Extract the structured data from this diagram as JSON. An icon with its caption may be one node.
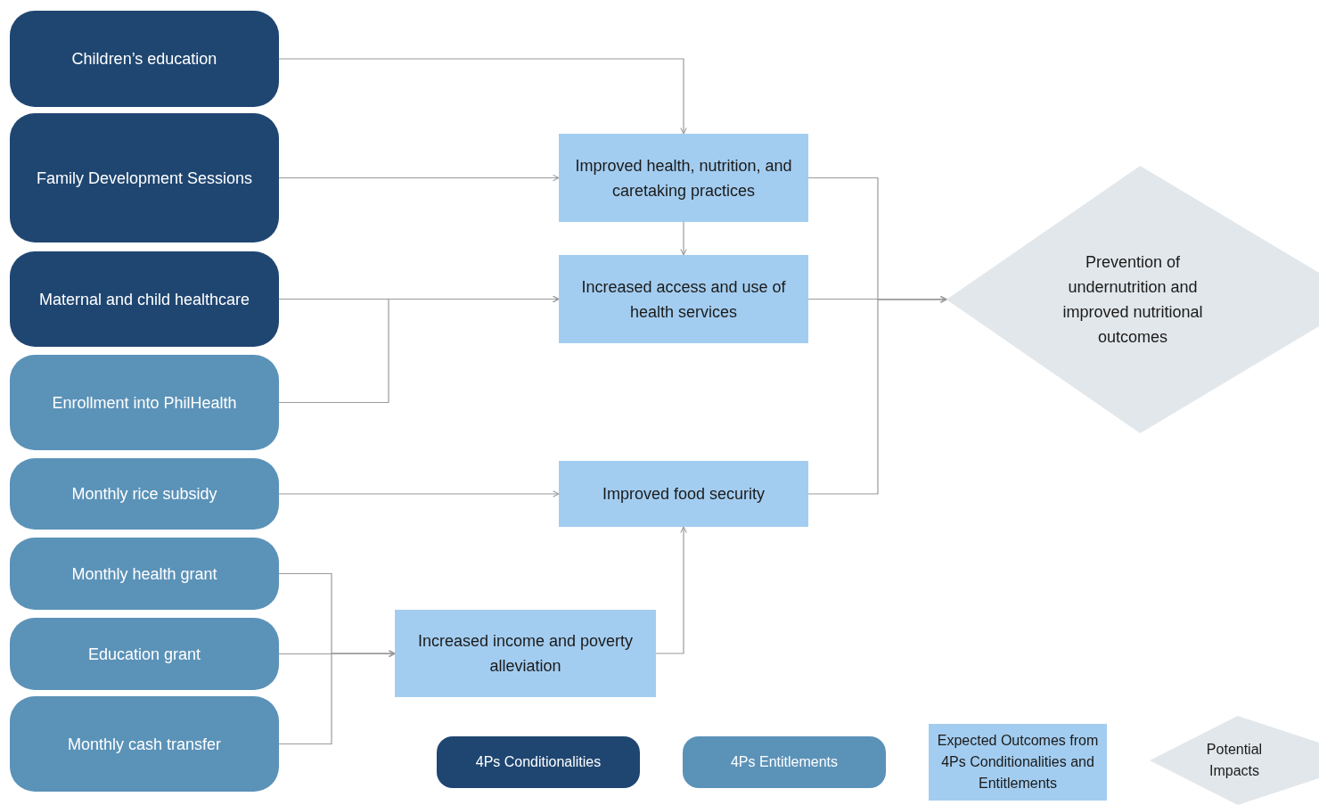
{
  "diagram": {
    "nodes": [
      {
        "text": [
          "Children’s education"
        ]
      },
      {
        "text": [
          "Family Development Sessions"
        ]
      },
      {
        "text": [
          "Maternal and child healthcare"
        ]
      },
      {
        "text": [
          "Enrollment into PhilHealth"
        ]
      },
      {
        "text": [
          "Monthly rice subsidy"
        ]
      },
      {
        "text": [
          "Monthly health grant"
        ]
      },
      {
        "text": [
          "Education grant"
        ]
      },
      {
        "text": [
          "Monthly cash transfer"
        ]
      },
      {
        "text": [
          "Improved health, nutrition, and caretaking practices"
        ]
      },
      {
        "text": [
          "Increased access and use of health services"
        ]
      },
      {
        "text": [
          "Improved food security"
        ]
      },
      {
        "text": [
          "Increased income and poverty alleviation"
        ]
      },
      {
        "text": [
          "Prevention of undernutrition and improved nutritional outcomes"
        ]
      }
    ],
    "edges": [
      {
        "from": 0,
        "to": 8,
        "arrow": "to"
      },
      {
        "from": 1,
        "to": 8,
        "arrow": "to"
      },
      {
        "from": 2,
        "to": 9,
        "arrow": "to"
      },
      {
        "from": 3,
        "to": 9,
        "arrow": "to"
      },
      {
        "from": 8,
        "to": 9,
        "arrow": "to"
      },
      {
        "from": 4,
        "to": 10,
        "arrow": "to"
      },
      {
        "from": 5,
        "to": 11,
        "arrow": "to"
      },
      {
        "from": 6,
        "to": 11,
        "arrow": "to"
      },
      {
        "from": 7,
        "to": 11,
        "arrow": "to"
      },
      {
        "from": 11,
        "to": 10,
        "arrow": "to"
      },
      {
        "from": 8,
        "to": 12,
        "arrow": "to"
      },
      {
        "from": 9,
        "to": 12,
        "arrow": "to"
      },
      {
        "from": 10,
        "to": 12,
        "arrow": "to"
      }
    ],
    "legend": [
      {
        "text": "4Ps Conditionalities",
        "color": "#1f4671"
      },
      {
        "text": "4Ps Entitlements",
        "color": "#5b92b8"
      },
      {
        "text": "Expected Outcomes from 4Ps Conditionalities and Entitlements",
        "color": "#a3cdf0"
      },
      {
        "text": "Potential Impacts",
        "color": "#e2e7eb"
      }
    ]
  }
}
